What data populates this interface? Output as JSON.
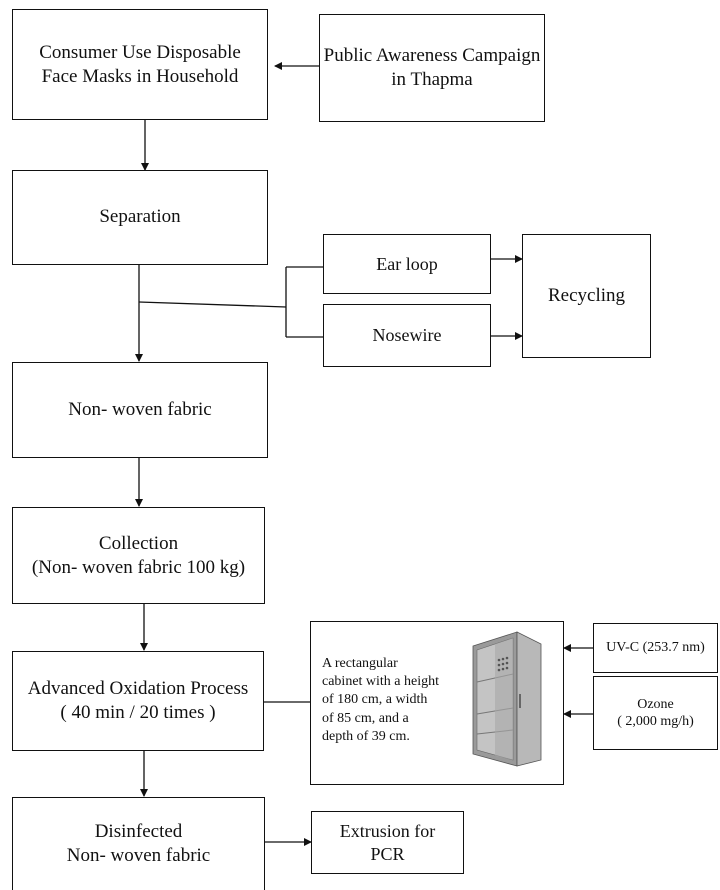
{
  "boxes": {
    "consumer": [
      "Consumer Use Disposable",
      "Face Masks in Household"
    ],
    "awareness": [
      "Public Awareness Campaign",
      "in Thapma"
    ],
    "separation": [
      "Separation"
    ],
    "earloop": [
      "Ear loop"
    ],
    "nosewire": [
      "Nosewire"
    ],
    "recycling": [
      "Recycling"
    ],
    "nonwoven": [
      "Non- woven fabric"
    ],
    "collection": [
      "Collection",
      "(Non- woven fabric 100 kg)"
    ],
    "aop": [
      "Advanced Oxidation Process",
      "( 40 min / 20 times )"
    ],
    "cabinet": [
      "A rectangular",
      "cabinet with a height",
      "of 180 cm, a width",
      "of 85 cm, and a",
      "depth of 39 cm."
    ],
    "uvc": [
      "UV-C (253.7 nm)"
    ],
    "ozone": [
      "Ozone",
      "( 2,000 mg/h)"
    ],
    "disinfected": [
      "Disinfected",
      "Non- woven fabric"
    ],
    "extrusion": [
      "Extrusion for",
      "PCR"
    ]
  },
  "icons": {
    "cabinet": "metal-locker-cabinet-icon"
  },
  "colors": {
    "line": "#111111",
    "cabinet_body": "#9a9a9a",
    "cabinet_inner": "#c4c4c4"
  }
}
